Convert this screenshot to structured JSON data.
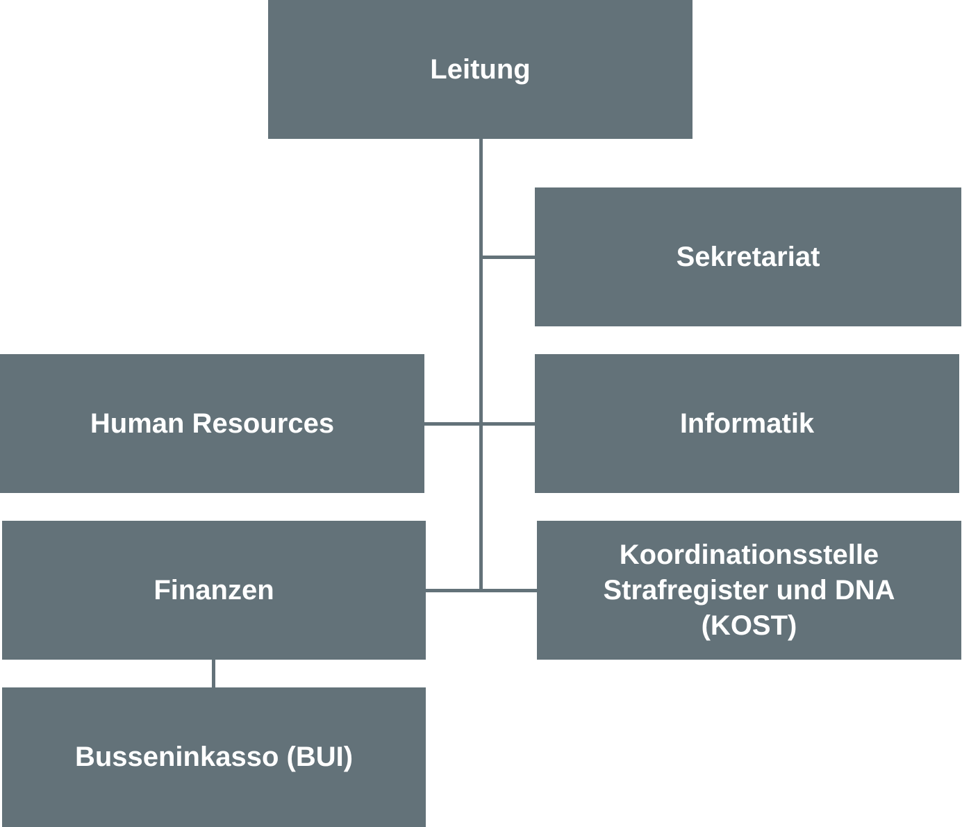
{
  "diagram": {
    "type": "org-chart",
    "colors": {
      "box": "#637279",
      "text": "#ffffff",
      "connector": "#637279",
      "background": "#ffffff"
    },
    "nodes": {
      "leitung": {
        "label": "Leitung"
      },
      "sekretariat": {
        "label": "Sekretariat",
        "parent": "Leitung"
      },
      "human_resources": {
        "label": "Human Resources",
        "parent": "Leitung"
      },
      "informatik": {
        "label": "Informatik",
        "parent": "Leitung"
      },
      "finanzen": {
        "label": "Finanzen",
        "parent": "Leitung"
      },
      "kost": {
        "label": "Koordinationsstelle Strafregister und DNA (KOST)",
        "lines": [
          "Koordinationsstelle",
          "Strafregister und DNA",
          "(KOST)"
        ],
        "parent": "Leitung"
      },
      "bui": {
        "label": "Busseninkasso (BUI)",
        "parent": "Finanzen"
      }
    }
  }
}
